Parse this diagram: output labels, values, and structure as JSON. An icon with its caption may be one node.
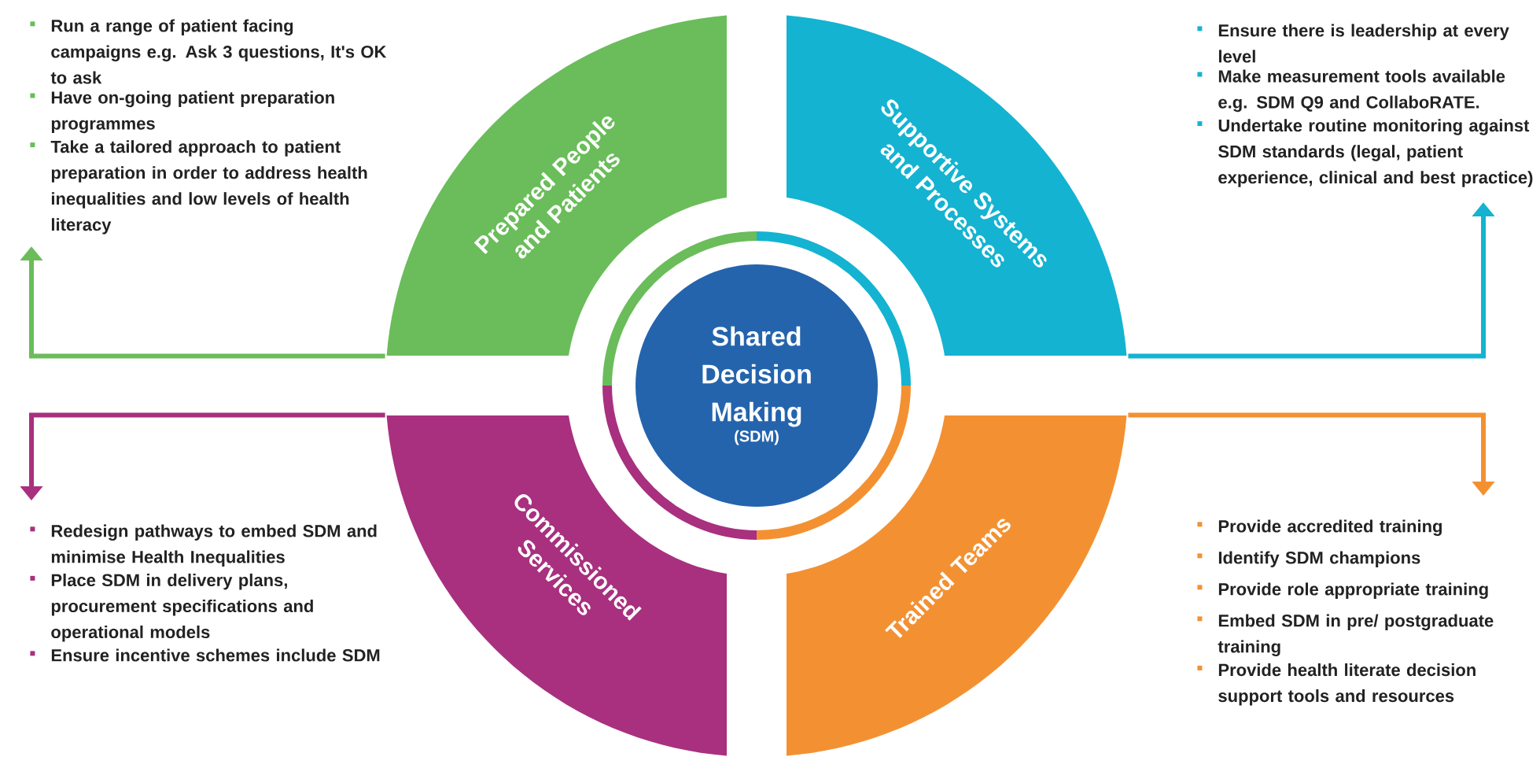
{
  "diagram": {
    "nodes": [
      {
        "text": [
          "Shared Decision Making",
          "(SDM)"
        ]
      },
      {
        "text": [
          "Prepared People and Patients"
        ]
      },
      {
        "text": [
          "Supportive Systems and Processes"
        ]
      },
      {
        "text": [
          "Commissioned Services"
        ]
      },
      {
        "text": [
          "Trained Teams"
        ]
      },
      {
        "text": [
          "Run a range of patient facing campaigns e.g. Ask 3 questions, It's OK to ask",
          "Have on-going patient preparation programmes",
          "Take a tailored approach to patient preparation in order to address health inequalities and low levels of health literacy"
        ]
      },
      {
        "text": [
          "Ensure there is leadership at every level",
          "Make measurement tools available e.g. SDM Q9 and CollaboRATE.",
          "Undertake routine monitoring against SDM standards (legal, patient experience, clinical and best practice)"
        ]
      },
      {
        "text": [
          "Redesign pathways to embed SDM and minimise Health Inequalities",
          "Place SDM in delivery plans, procurement specifications and operational models",
          "Ensure incentive schemes include SDM"
        ]
      },
      {
        "text": [
          "Provide accredited training",
          "Identify SDM champions",
          "Provide role appropriate training",
          "Embed SDM in pre/ postgraduate training",
          "Provide health literate decision support tools and resources"
        ]
      }
    ],
    "edges": [
      {
        "from": 1,
        "to": 5,
        "arrow": "to",
        "color": "#6abd5a"
      },
      {
        "from": 2,
        "to": 6,
        "arrow": "to",
        "color": "#14b3d1"
      },
      {
        "from": 3,
        "to": 7,
        "arrow": "to",
        "color": "#a8307f"
      },
      {
        "from": 4,
        "to": 8,
        "arrow": "to",
        "color": "#f39132"
      }
    ]
  }
}
